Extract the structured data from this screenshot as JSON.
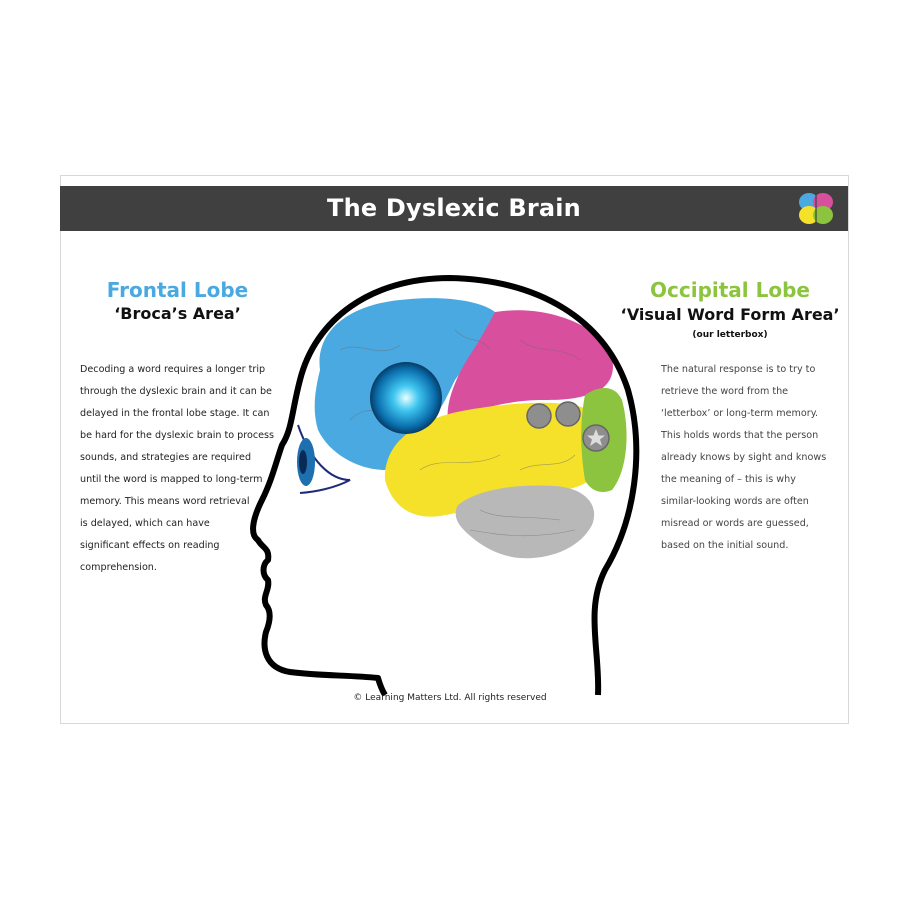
{
  "title": "The Dyslexic Brain",
  "colors": {
    "header_bg": "#404040",
    "frontal": "#4aa9e0",
    "parietal": "#d84f9e",
    "temporal": "#f5e12a",
    "occipital": "#8cc43f",
    "cerebellum": "#b5b5b5"
  },
  "left": {
    "lobe": "Frontal Lobe",
    "area": "‘Broca’s Area’",
    "lines": [
      "Decoding a word requires a longer trip",
      "through the dyslexic brain and it can be",
      "delayed in the frontal lobe stage. It can",
      "be hard for the dyslexic brain to process",
      "sounds, and strategies are required",
      "until the word is mapped to long-term",
      "memory. This means word retrieval",
      "is delayed, which can have",
      "significant effects on reading",
      "comprehension."
    ]
  },
  "right": {
    "lobe": "Occipital Lobe",
    "area": "‘Visual Word Form Area’",
    "note": "(our letterbox)",
    "lines": [
      "The natural response is to try to",
      "retrieve the word from the",
      "‘letterbox’ or long-term memory.",
      "This holds words that the person",
      "already knows by sight and knows",
      "the meaning of – this is why",
      "similar-looking words are often",
      "misread or words are guessed,",
      "based on the initial sound."
    ]
  },
  "copyright": "© Learning Matters Ltd. All rights reserved"
}
